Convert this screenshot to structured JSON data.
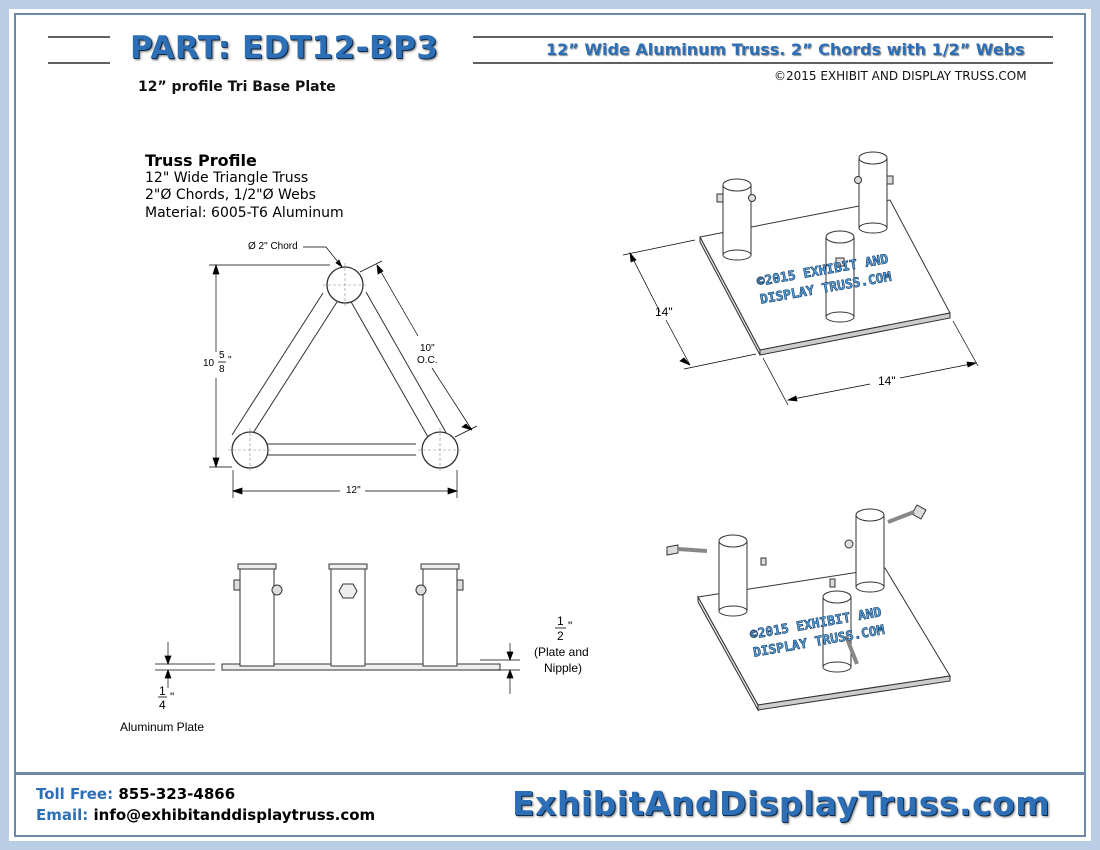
{
  "header": {
    "part_title": "PART: EDT12-BP3",
    "subtitle": "12” Wide Aluminum Truss. 2” Chords with 1/2” Webs",
    "copyright": "©2015 EXHIBIT AND DISPLAY TRUSS.COM",
    "description": "12” profile Tri Base Plate"
  },
  "profile": {
    "heading": "Truss Profile",
    "lines": [
      "12\" Wide Triangle Truss",
      "2\"Ø Chords, 1/2\"Ø Webs",
      "Material: 6005-T6 Aluminum"
    ]
  },
  "dims": {
    "chord": "Ø 2\" Chord",
    "height_whole": "10",
    "height_num": "5",
    "height_den": "8",
    "oc_value": "10\"",
    "oc_label": "O.C.",
    "width": "12\"",
    "plate_num": "1",
    "plate_den": "2",
    "plate_label_1": "(Plate and",
    "plate_label_2": "Nipple)",
    "alu_num": "1",
    "alu_den": "4",
    "alu_label": "Aluminum Plate",
    "iso_side_a": "14\"",
    "iso_side_b": "14\""
  },
  "watermark": {
    "line1": "©2015 EXHIBIT AND",
    "line2": "DISPLAY TRUSS.COM"
  },
  "footer": {
    "toll_label": "Toll Free:",
    "toll_value": "855-323-4866",
    "email_label": "Email:",
    "email_value": "info@exhibitanddisplaytruss.com",
    "website": "ExhibitAndDisplayTruss.com"
  }
}
